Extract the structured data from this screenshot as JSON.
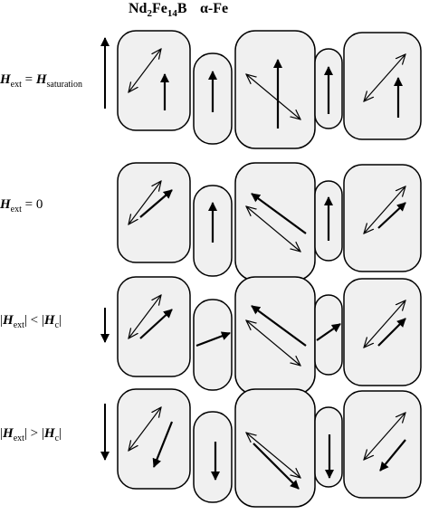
{
  "header": {
    "hard_phase": {
      "prefix": "Nd",
      "sub1": "2",
      "mid": "Fe",
      "sub2": "14",
      "suffix": "B"
    },
    "soft_phase": "α-Fe"
  },
  "rows": [
    {
      "id": "saturation",
      "symbol": "H",
      "sub": "ext",
      "relation": " = ",
      "rhs_symbol": "H",
      "rhs_sub": "saturation",
      "abs": false,
      "field_arrow": "up-long"
    },
    {
      "id": "zero",
      "symbol": "H",
      "sub": "ext",
      "relation": " = 0",
      "rhs_symbol": "",
      "rhs_sub": "",
      "abs": false,
      "field_arrow": "none"
    },
    {
      "id": "below-coercive",
      "symbol": "H",
      "sub": "ext",
      "relation": " < ",
      "rhs_symbol": "H",
      "rhs_sub": "c",
      "abs": true,
      "field_arrow": "down-short"
    },
    {
      "id": "above-coercive",
      "symbol": "H",
      "sub": "ext",
      "relation": " > ",
      "rhs_symbol": "H",
      "rhs_sub": "c",
      "abs": true,
      "field_arrow": "down-long"
    }
  ],
  "colors": {
    "grain_fill": "#f0f0f0",
    "stroke": "#000000"
  }
}
